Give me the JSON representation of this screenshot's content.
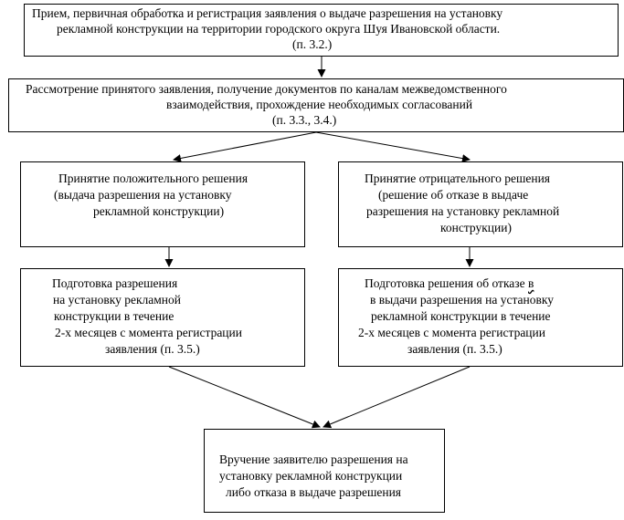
{
  "flowchart": {
    "step_1": {
      "lines": [
        "Прием, первичная обработка и регистрация заявления о выдаче разрешения на установку",
        "рекламной конструкции на территории городского округа Шуя  Ивановской области.",
        "(п. 3.2.)"
      ]
    },
    "step_2": {
      "lines": [
        "Рассмотрение принятого заявления, получение документов по каналам межведомственного",
        "взаимодействия, прохождение необходимых согласований",
        "(п. 3.3., 3.4.)"
      ]
    },
    "positive_decision": {
      "lines": [
        "Принятие положительного решения",
        "(выдача разрешения на установку",
        "рекламной конструкции)"
      ]
    },
    "negative_decision": {
      "lines": [
        "Принятие отрицательного решения",
        "(решение об отказе в выдаче",
        "разрешения на установку рекламной",
        "конструкции)"
      ]
    },
    "permit_preparation": {
      "lines": [
        "Подготовка разрешения",
        "на установку   рекламной",
        "конструкции в течение",
        "2-х месяцев с момента регистрации",
        "заявления (п. 3.5.)"
      ]
    },
    "refusal_preparation": {
      "line_1_main": "Подготовка решения об отказе ",
      "line_1_marked": "в",
      "lines": [
        "в выдачи разрешения на установку",
        "рекламной конструкции в течение",
        "2-х месяцев с момента регистрации",
        "заявления (п. 3.5.)"
      ]
    },
    "final_step": {
      "lines": [
        "Вручение заявителю разрешения на",
        "установку рекламной конструкции",
        "либо отказа в выдаче разрешения"
      ]
    }
  }
}
